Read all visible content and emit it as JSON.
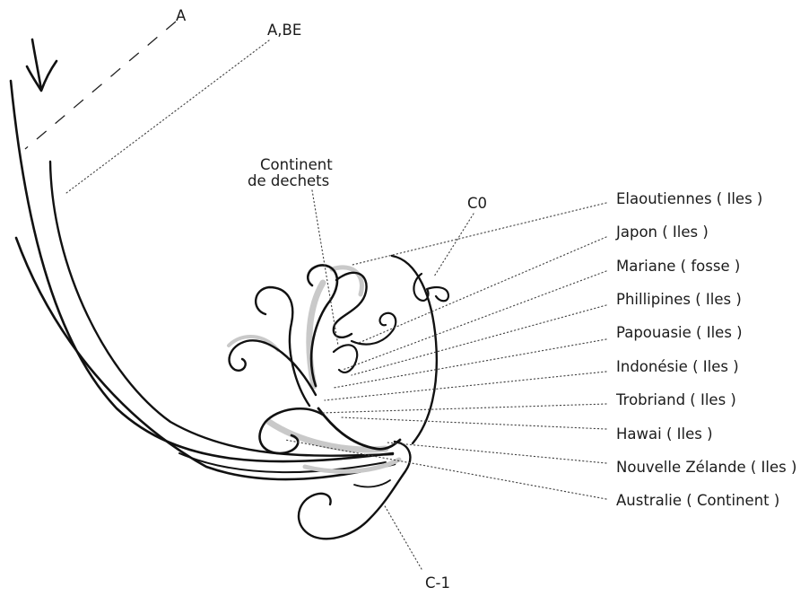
{
  "labels": {
    "a": "A",
    "abe": "A,BE",
    "continent_line1": "Continent",
    "continent_line2": "de dechets",
    "c0": "C0",
    "c_minus_1": "C-1"
  },
  "places": [
    "Elaoutiennes ( Iles )",
    "Japon  ( Iles )",
    "Mariane ( fosse )",
    "Phillipines  ( Iles )",
    "Papouasie  ( Iles )",
    "Indonésie  ( Iles )",
    "Trobriand  ( Iles )",
    "Hawai  ( Iles )",
    "Nouvelle Zélande  ( Iles )",
    "Australie  ( Continent )"
  ]
}
